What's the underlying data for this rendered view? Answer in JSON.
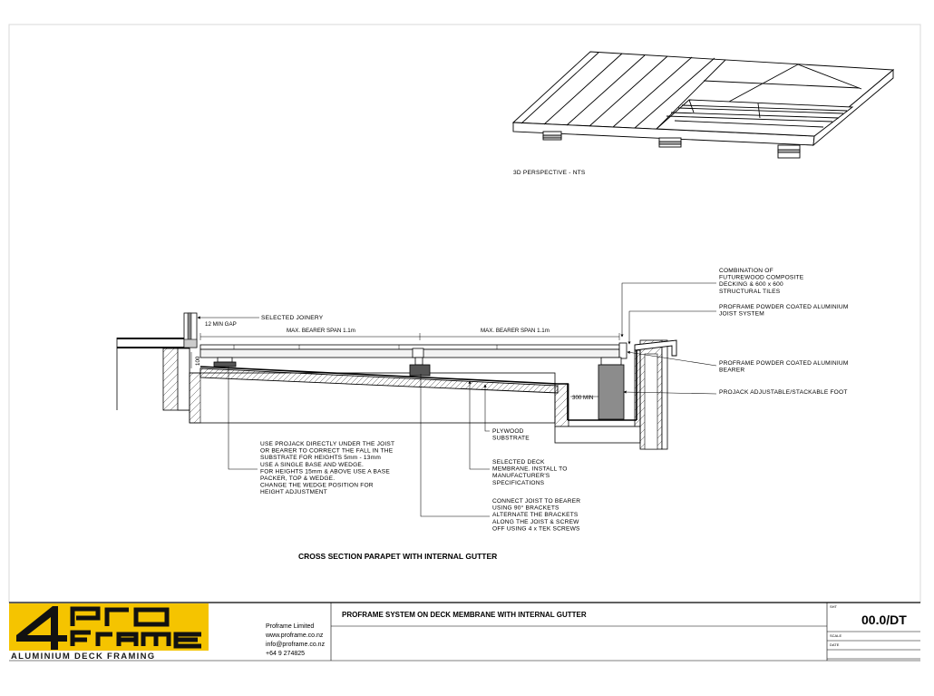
{
  "drawing": {
    "perspective_label": "3D PERSPECTIVE - NTS",
    "section_title": "CROSS SECTION PARAPET WITH INTERNAL GUTTER",
    "dims": {
      "gap": "12 MIN GAP",
      "span_left": "MAX. BEARER SPAN 1.1m",
      "span_right": "MAX. BEARER SPAN 1.1m",
      "height": "100",
      "min300": "300 MIN"
    },
    "callouts": {
      "joinery": "SELECTED JOINERY",
      "decking": [
        "COMBINATION OF",
        "FUTUREWOOD COMPOSITE",
        "DECKING & 600 x 600",
        "STRUCTURAL TILES"
      ],
      "joist": [
        "PROFRAME POWDER COATED ALUMINIUM",
        "JOIST SYSTEM"
      ],
      "bearer": [
        "PROFRAME POWDER COATED ALUMINIUM",
        "BEARER"
      ],
      "foot": [
        "PROJACK ADJUSTABLE/STACKABLE FOOT"
      ],
      "projack_note": [
        "USE PROJACK DIRECTLY UNDER THE JOIST",
        "OR BEARER TO CORRECT THE FALL IN THE",
        "SUBSTRATE FOR HEIGHTS 5mm - 13mm",
        "USE A SINGLE BASE AND WEDGE.",
        "FOR HEIGHTS 15mm & ABOVE USE A BASE",
        "PACKER, TOP & WEDGE.",
        "CHANGE THE WEDGE POSITION FOR",
        "HEIGHT ADJUSTMENT"
      ],
      "plywood": [
        "PLYWOOD",
        "SUBSTRATE"
      ],
      "membrane": [
        "SELECTED DECK",
        "MEMBRANE.  INSTALL TO",
        "MANUFACTURER'S",
        "SPECIFICATIONS"
      ],
      "connect": [
        "CONNECT JOIST TO BEARER",
        "USING 90° BRACKETS",
        "ALTERNATE THE BRACKETS",
        "ALONG THE JOIST & SCREW",
        "OFF USING 4 x TEK SCREWS"
      ]
    }
  },
  "title_block": {
    "logo_text": "ALUMINIUM DECK FRAMING",
    "brand_top": "PRO",
    "brand_bottom": "Frame",
    "company": "Proframe Limited",
    "website": "www.proframe.co.nz",
    "email": "info@proframe.co.nz",
    "phone": "+64 9 274825",
    "drawing_title": "PROFRAME SYSTEM ON DECK MEMBRANE WITH INTERNAL GUTTER",
    "sheet_label": "SHT",
    "drawing_number": "00.0/DT",
    "scale_label": "SCALE",
    "date_label": "DATE"
  },
  "colors": {
    "logo_yellow": "#f5c400",
    "ink": "#000000",
    "concrete": "#8c8c8c"
  }
}
